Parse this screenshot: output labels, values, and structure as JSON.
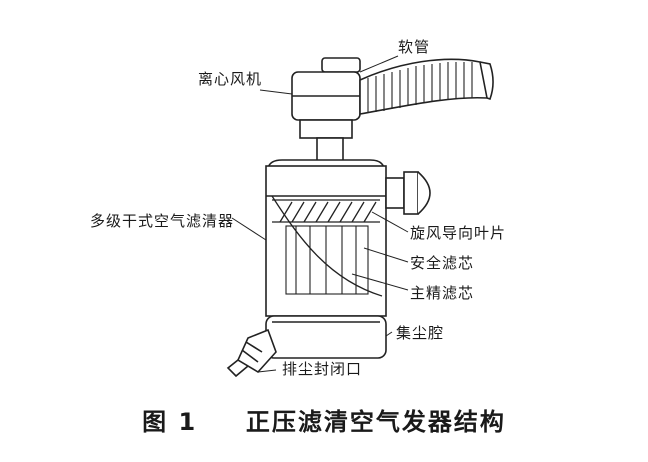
{
  "labels": {
    "hose": "软管",
    "blower": "离心风机",
    "filter": "多级干式空气滤清器",
    "vanes": "旋风导向叶片",
    "safety_core": "安全滤芯",
    "main_core": "主精滤芯",
    "dust_chamber": "集尘腔",
    "dust_outlet": "排尘封闭口"
  },
  "caption": {
    "number": "图 1",
    "title": "正压滤清空气发器结构"
  }
}
